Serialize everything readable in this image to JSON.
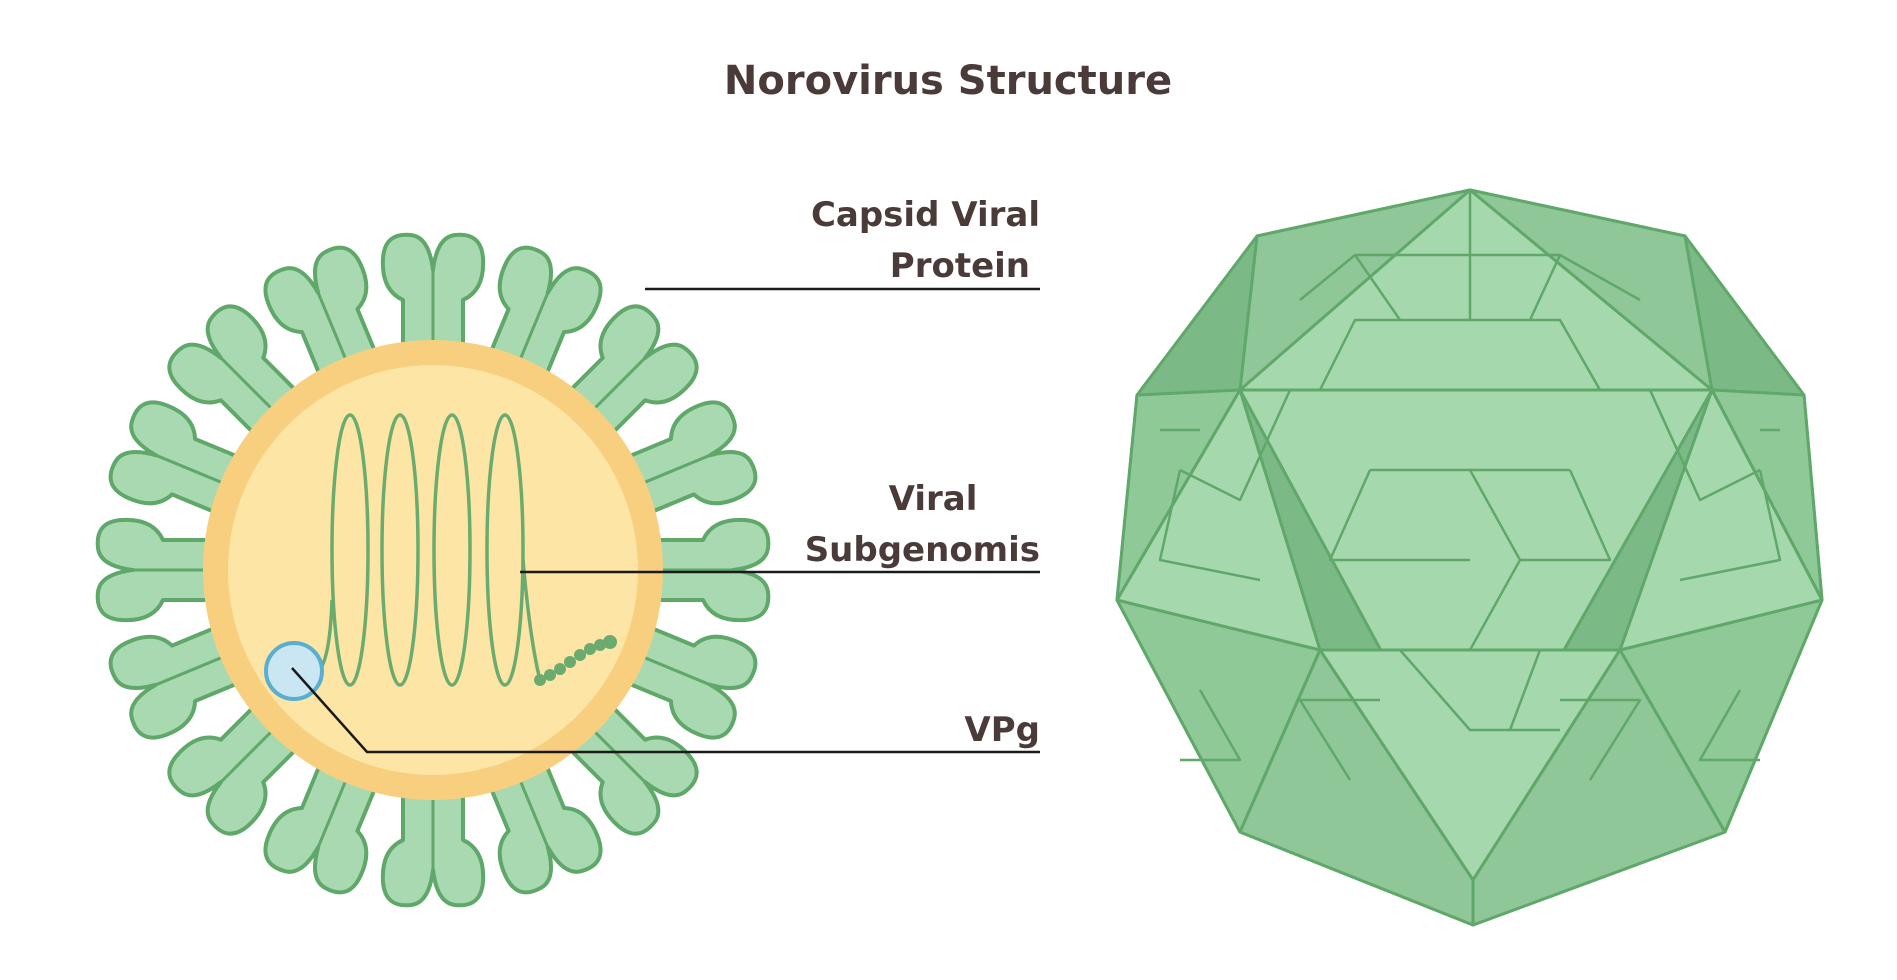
{
  "title": "Norovirus Structure",
  "labels": {
    "capsid_line1": "Capsid Viral",
    "capsid_line2": "Protein",
    "genome_line1": "Viral",
    "genome_line2": "Subgenomis",
    "vpg": "VPg"
  },
  "colors": {
    "text": "#4a3b39",
    "leader_line": "#1a1a1a",
    "capsid_fill": "#a9d9b1",
    "capsid_stroke": "#5fa86a",
    "core_outer": "#f8cf7f",
    "core_inner": "#fde6a5",
    "rna_stroke": "#6bab6f",
    "vpg_fill": "#c9e6f2",
    "vpg_stroke": "#5aaed0",
    "icosa_light": "#a6d8ad",
    "icosa_mid": "#90c998",
    "icosa_dark": "#7bb986",
    "icosa_stroke": "#5fa86a"
  }
}
